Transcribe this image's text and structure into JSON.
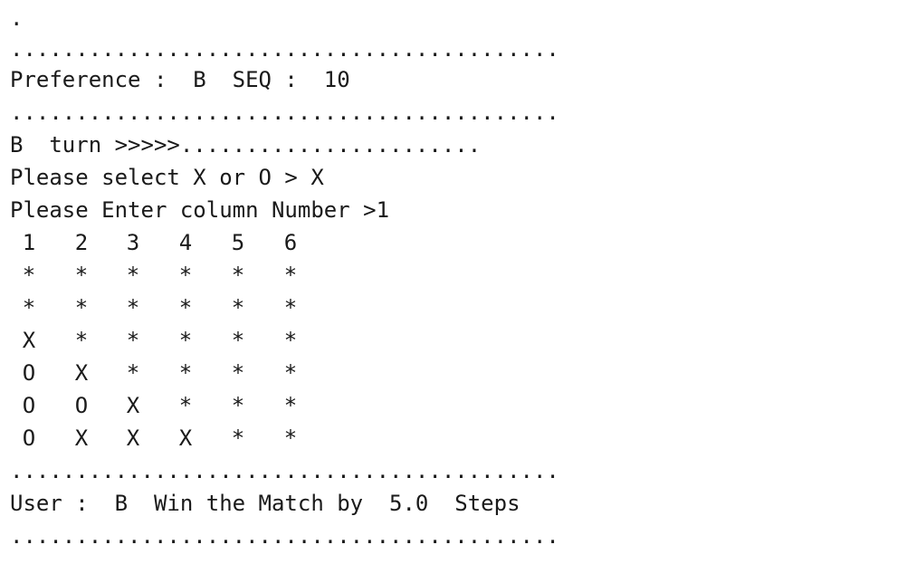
{
  "console": {
    "top_dot": ".",
    "separator": "..........................................",
    "preference_line": "Preference :  B  SEQ :  10",
    "turn_line": "B  turn >>>>>.......................",
    "select_prompt": "Please select X or O > X",
    "column_prompt": "Please Enter column Number >1",
    "result_line": "User :  B  Win the Match by  5.0  Steps"
  },
  "board": {
    "columns": [
      "1",
      "2",
      "3",
      "4",
      "5",
      "6"
    ],
    "rows": [
      [
        "*",
        "*",
        "*",
        "*",
        "*",
        "*"
      ],
      [
        "*",
        "*",
        "*",
        "*",
        "*",
        "*"
      ],
      [
        "X",
        "*",
        "*",
        "*",
        "*",
        "*"
      ],
      [
        "O",
        "X",
        "*",
        "*",
        "*",
        "*"
      ],
      [
        "O",
        "O",
        "X",
        "*",
        "*",
        "*"
      ],
      [
        "O",
        "X",
        "X",
        "X",
        "*",
        "*"
      ]
    ]
  }
}
